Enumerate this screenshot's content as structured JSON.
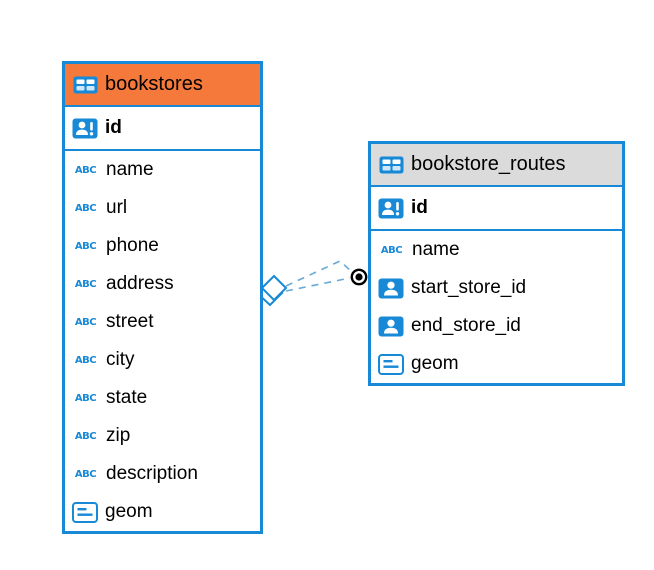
{
  "colors": {
    "accent_blue": "#1789D6",
    "relation_line_blue": "#66A9D8",
    "bookstores_header_bg": "#F5793B",
    "routes_header_bg": "#DBDBDB",
    "table_bg": "#FFFFFF",
    "text": "#000000"
  },
  "diagram": {
    "tables": [
      {
        "title": "bookstores",
        "header_icon": "table-icon",
        "columns": [
          {
            "name": "id",
            "icon": "primary-key-user-icon"
          },
          {
            "name": "name",
            "icon": "text-type-icon"
          },
          {
            "name": "url",
            "icon": "text-type-icon"
          },
          {
            "name": "phone",
            "icon": "text-type-icon"
          },
          {
            "name": "address",
            "icon": "text-type-icon"
          },
          {
            "name": "street",
            "icon": "text-type-icon"
          },
          {
            "name": "city",
            "icon": "text-type-icon"
          },
          {
            "name": "state",
            "icon": "text-type-icon"
          },
          {
            "name": "zip",
            "icon": "text-type-icon"
          },
          {
            "name": "description",
            "icon": "text-type-icon"
          },
          {
            "name": "geom",
            "icon": "geometry-type-icon"
          }
        ]
      },
      {
        "title": "bookstore_routes",
        "header_icon": "table-icon",
        "columns": [
          {
            "name": "id",
            "icon": "primary-key-user-icon"
          },
          {
            "name": "name",
            "icon": "text-type-icon"
          },
          {
            "name": "start_store_id",
            "icon": "user-reference-icon"
          },
          {
            "name": "end_store_id",
            "icon": "user-reference-icon"
          },
          {
            "name": "geom",
            "icon": "geometry-type-icon"
          }
        ]
      }
    ],
    "relation": {
      "style": "dashed",
      "source_marker": "diamond",
      "target_marker": "filled-dot",
      "line_count": 2
    }
  }
}
